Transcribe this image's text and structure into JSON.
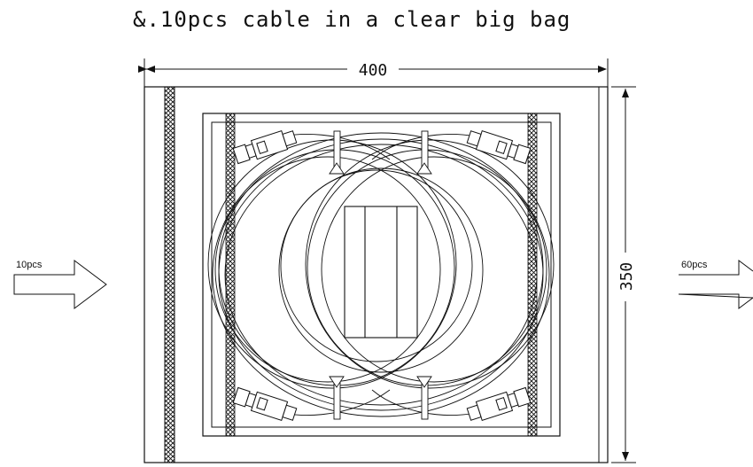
{
  "title": "&.10pcs cable in a clear big bag",
  "dimensions": {
    "width_label": "400",
    "height_label": "350"
  },
  "arrows": {
    "left_label": "10pcs",
    "right_label": "60pcs"
  },
  "colors": {
    "line": "#111111",
    "background": "#ffffff"
  }
}
